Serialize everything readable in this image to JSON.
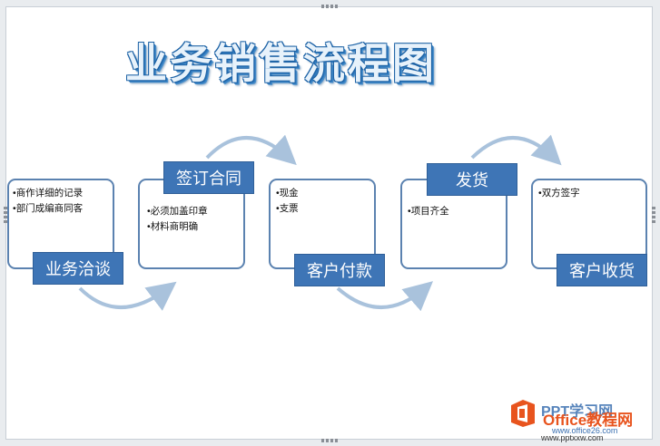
{
  "title": "业务销售流程图",
  "steps": [
    {
      "label": "业务洽谈",
      "items": [
        "商作详细的记录",
        "部门成编商同客"
      ]
    },
    {
      "label": "签订合同",
      "items": [
        "必须加盖印章",
        "材料商明确"
      ]
    },
    {
      "label": "客户付款",
      "items": [
        "现金",
        "支票"
      ]
    },
    {
      "label": "发货",
      "items": [
        "项目齐全"
      ]
    },
    {
      "label": "客户收货",
      "items": [
        "双方签字"
      ]
    }
  ],
  "watermark": {
    "brand": "Office教程网",
    "url": "www.office26.com",
    "url2": "www.pptxxw.com",
    "overlay": "PPT学习网"
  },
  "colors": {
    "label_fill": "#3e75b6",
    "note_border": "#5b82b0",
    "arrow": "#a9c2dc",
    "logo": "#e8541e"
  }
}
